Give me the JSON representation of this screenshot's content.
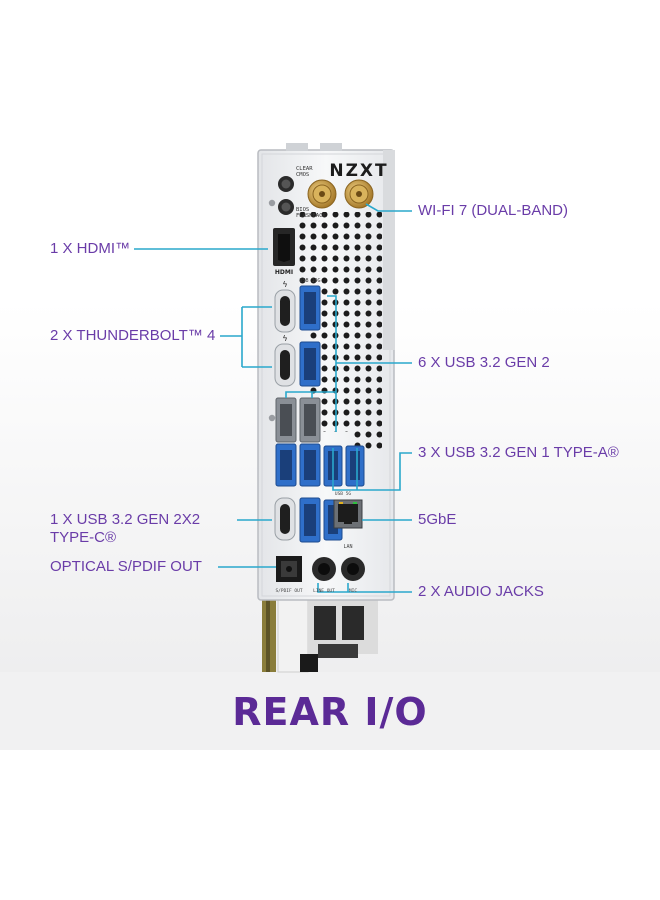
{
  "brand": "NZXT",
  "title": "REAR I/O",
  "silk": {
    "clear_cmos": "CLEAR\nCMOS",
    "bios_flashback": "BIOS\nFLASHBACK",
    "hdmi": "HDMI",
    "gen2_top": "USB 10G",
    "usb_small": "USB 5G",
    "lan": "LAN",
    "spdif": "S/PDIF OUT",
    "line_out": "LINE OUT",
    "mic": "MIC",
    "thunderbolt_glyph": "ϟ"
  },
  "callouts": {
    "wifi": "WI-FI 7 (DUAL-BAND)",
    "hdmi": "1 X HDMI™",
    "thunderbolt": "2 X THUNDERBOLT™ 4",
    "usb_gen2": "6 X USB 3.2 GEN 2",
    "usb_gen1": "3 X USB 3.2 GEN 1 TYPE-A®",
    "usb_2x2_line1": "1 X USB 3.2 GEN 2X2",
    "usb_2x2_line2": "TYPE-C®",
    "lan": "5GbE",
    "spdif": "OPTICAL S/PDIF OUT",
    "audio": "2 X AUDIO JACKS"
  },
  "colors": {
    "accent": "#6a3ca8",
    "title": "#5b2a96",
    "leader": "#2aa8cc",
    "usb_blue": "#2f6fc9",
    "usb_gray": "#8a8f96",
    "antenna_gold": "#c9a04a"
  }
}
